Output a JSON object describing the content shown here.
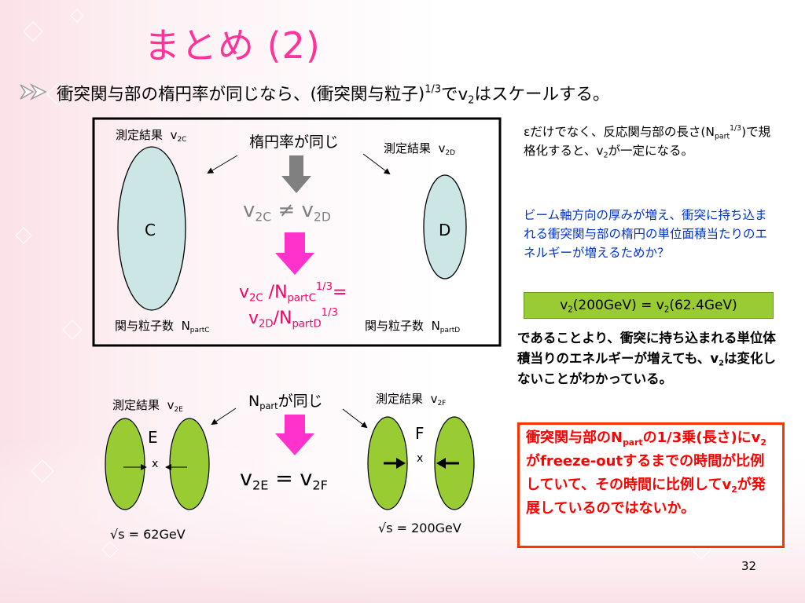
{
  "slide": {
    "title": "まとめ (2)",
    "headline_pre": "衝突関与部の楕円率が同じなら、(衝突関与粒子)",
    "headline_sup": "1/3",
    "headline_mid": "でv",
    "headline_sub": "2",
    "headline_post": "はスケールする。",
    "page_number": "32"
  },
  "top_panel": {
    "measured_label": "測定結果",
    "v_letter": "v",
    "v2c_sub": "2C",
    "v2d_sub": "2D",
    "center_label": "楕円率が同じ",
    "ellipse_c": "C",
    "ellipse_d": "D",
    "neq_symbol": "≠",
    "n_letter": "N",
    "partC_sub": "partC",
    "partD_sub": "partD",
    "pow_sup": "1/3",
    "slash": "/",
    "equals": "=",
    "participant_label": "関与粒子数"
  },
  "bottom_panel": {
    "measured_label": "測定結果",
    "v_letter": "v",
    "v2e_sub": "2E",
    "v2f_sub": "2F",
    "n_letter": "N",
    "part_sub": "part",
    "center_suffix": "が同じ",
    "ellipse_e": "E",
    "ellipse_f": "F",
    "x_mark": "x",
    "equals": "=",
    "sqrt_s_62": "√s = 62GeV",
    "sqrt_s_200": "√s = 200GeV"
  },
  "right_column": {
    "p1_a": "εだけでなく、反応関与部の長さ(N",
    "p1_sub": "part",
    "p1_sup": "1/3",
    "p1_b": ")で規格化すると、v",
    "p1_sub2": "2",
    "p1_c": "が一定になる。",
    "p2": "ビーム軸方向の厚みが増え、衝突に持ち込まれる衝突関与部の楕円の単位面積当たりのエネルギーが増えるためか？",
    "green_v": "v",
    "green_sub": "2",
    "green_a": "(200GeV) = v",
    "green_b": "(62.4GeV)",
    "p3_a": "であることより、衝突に持ち込まれる単位体積当りのエネルギーが増えても、v",
    "p3_sub": "2",
    "p3_b": "は変化しないことがわかっている。",
    "red_a": "衝突関与部のN",
    "red_sub": "part",
    "red_b": "の1/3乗(長さ)にv",
    "red_sub2": "2",
    "red_c": "がfreeze-outするまでの時間が比例していて、その時間に比例してv",
    "red_sub3": "2",
    "red_d": "が発展しているのではないか。"
  },
  "colors": {
    "title": "#ff3399",
    "arrow_pink": "#ff33cc",
    "arrow_gray": "#808080",
    "ellipse_blue": "#cce5e5",
    "ellipse_green": "#99cc33",
    "accent_red": "#ff3300"
  }
}
